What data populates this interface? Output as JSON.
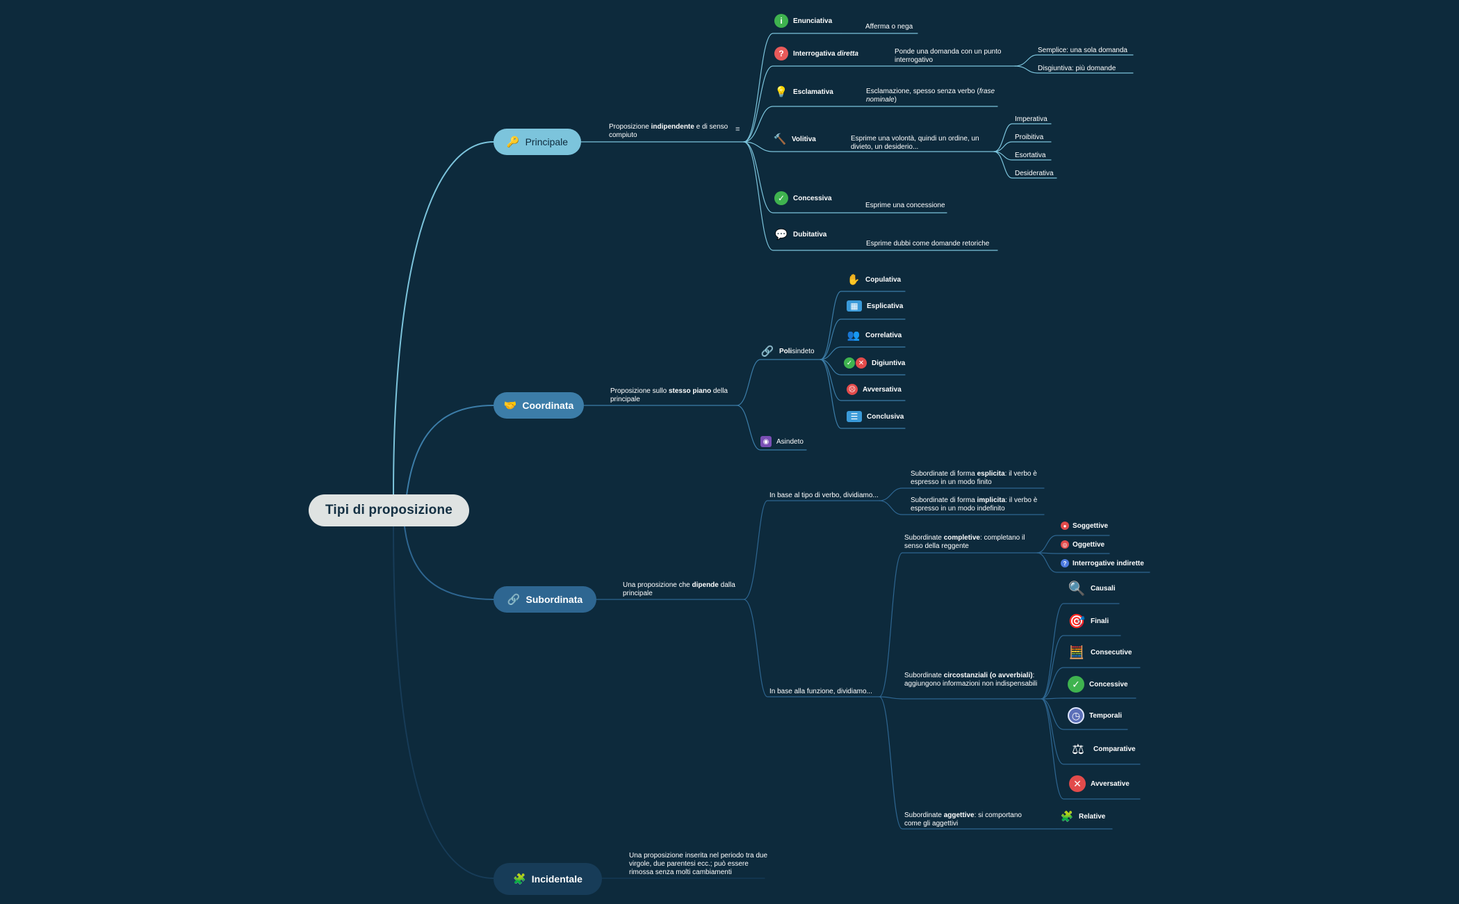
{
  "root": {
    "label": "Tipi di proposizione"
  },
  "principale": {
    "label": "Principale",
    "desc_pre": "Proposizione ",
    "desc_bold": "indipendente",
    "desc_post": " e di senso compiuto",
    "types": {
      "enunciativa": {
        "label": "Enunciativa",
        "desc": "Afferma o nega"
      },
      "interrogativa": {
        "label_pre": "Interrogativa ",
        "label_italic": "diretta",
        "desc": "Ponde una domanda con un punto interrogativo",
        "sub": [
          "Semplice: una sola domanda",
          "Disgiuntiva: più domande"
        ]
      },
      "esclamativa": {
        "label": "Esclamativa",
        "desc_pre": "Esclamazione, spesso senza verbo (",
        "desc_italic": "frase nominale",
        "desc_post": ")"
      },
      "volitiva": {
        "label": "Volitiva",
        "desc": "Esprime una volontà, quindi un ordine, un divieto, un desiderio...",
        "sub": [
          "Imperativa",
          "Proibitiva",
          "Esortativa",
          "Desiderativa"
        ]
      },
      "concessiva": {
        "label": "Concessiva",
        "desc": "Esprime una concessione"
      },
      "dubitativa": {
        "label": "Dubitativa",
        "desc": "Esprime dubbi come domande retoriche"
      }
    }
  },
  "coordinata": {
    "label": "Coordinata",
    "desc_pre": "Proposizione sullo ",
    "desc_bold": "stesso piano",
    "desc_post": " della principale",
    "polisindeto": {
      "label_bold": "Poli",
      "label_rest": "sindeto",
      "types": [
        "Copulativa",
        "Esplicativa",
        "Correlativa",
        "Digiuntiva",
        "Avversativa",
        "Conclusiva"
      ]
    },
    "asindeto": {
      "label": "Asindeto"
    }
  },
  "subordinata": {
    "label": "Subordinata",
    "desc_pre": "Una proposizione che ",
    "desc_bold": "dipende",
    "desc_post": " dalla principale",
    "verbo": {
      "label": "In base al tipo di verbo, dividiamo...",
      "esplicita": {
        "pre": "Subordinate di forma ",
        "bold": "esplicita",
        "post": ": il verbo è espresso in un modo finito"
      },
      "implicita": {
        "pre": "Subordinate di forma ",
        "bold": "implicita",
        "post": ": il verbo è espresso in un modo indefinito"
      }
    },
    "funzione": {
      "label": "In base alla funzione, dividiamo...",
      "completive": {
        "pre": "Subordinate ",
        "bold": "completive",
        "post": ": completano il senso della reggente",
        "types": [
          "Soggettive",
          "Oggettive",
          "Interrogative indirette"
        ]
      },
      "circostanziali": {
        "pre": "Subordinate ",
        "bold": "circostanziali (o avverbiali)",
        "post": ": aggiungono informazioni non indispensabili",
        "types": [
          "Causali",
          "Finali",
          "Consecutive",
          "Concessive",
          "Temporali",
          "Comparative",
          "Avversative"
        ]
      },
      "aggettive": {
        "pre": "Subordinate ",
        "bold": "aggettive",
        "post": ": si comportano come gli aggettivi",
        "types": [
          "Relative"
        ]
      }
    }
  },
  "incidentale": {
    "label": "Incidentale",
    "desc": "Una proposizione inserita nel periodo tra due virgole, due parentesi ecc.; può essere rimossa senza molti cambiamenti"
  },
  "colors": {
    "background": "#0d2a3c",
    "root": "#dfe3e2",
    "principale": "#7cc4dc",
    "coordinata": "#3c7da8",
    "subordinata": "#2e6691",
    "incidentale": "#173c58"
  },
  "icons": {
    "principale": "key-icon",
    "coordinata": "handshake-icon",
    "subordinata": "link-icon",
    "incidentale": "blocks-icon"
  }
}
